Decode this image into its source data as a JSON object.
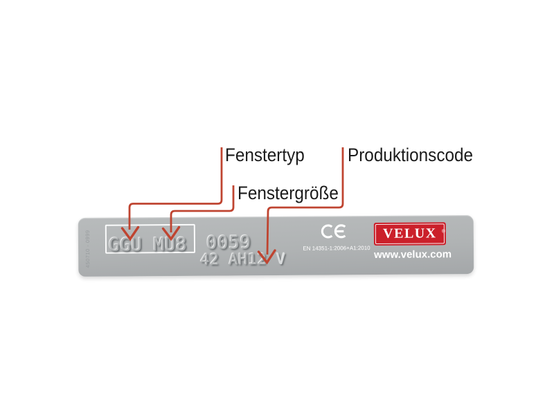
{
  "labels": {
    "fenstertyp": "Fenstertyp",
    "fenstergroesse": "Fenstergröße",
    "produktionscode": "Produktionscode"
  },
  "plate": {
    "serial_vertical": "450710 - 0999",
    "window_type_size": "GGU MU8",
    "size_number": "0059",
    "production_code_main": "42 AH12",
    "production_code_variant": "V",
    "ce_standard": "EN 14351-1:2006+A1:2010",
    "brand": "VELUX",
    "brand_reg": "®",
    "website": "www.velux.com"
  },
  "colors": {
    "arrow_red": "#bf4430",
    "brand_red": "#cb202a",
    "plate_gray": "#b0b3b4"
  }
}
